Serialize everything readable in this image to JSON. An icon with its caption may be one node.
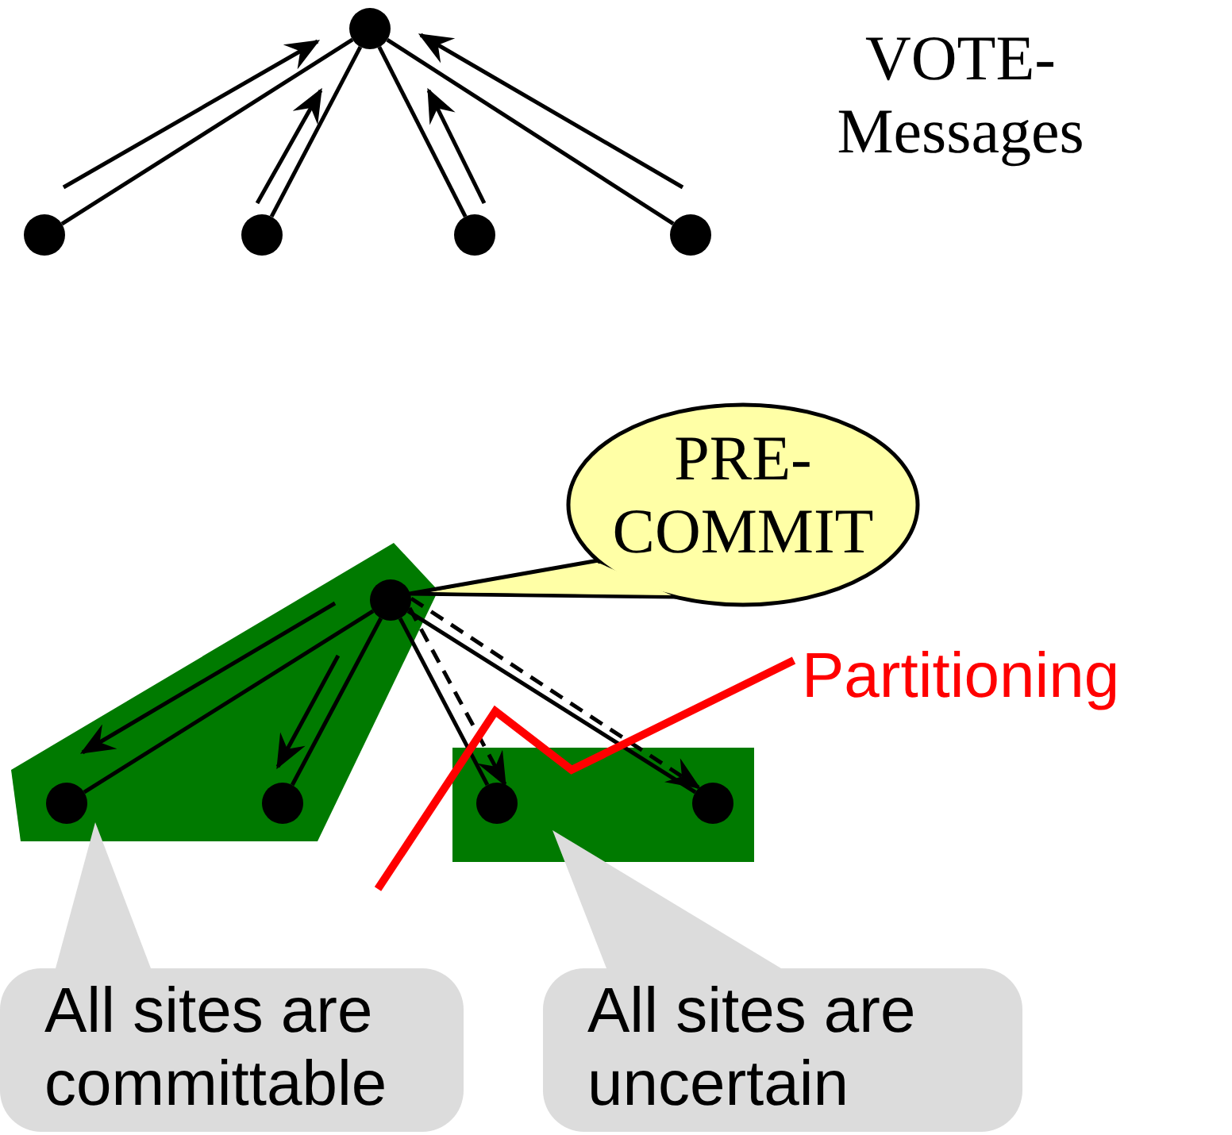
{
  "diagram": {
    "nodes": [
      {
        "text": [],
        "shape": "circle"
      },
      {
        "text": [],
        "shape": "circle"
      },
      {
        "text": [],
        "shape": "circle"
      },
      {
        "text": [],
        "shape": "circle"
      },
      {
        "text": [],
        "shape": "circle"
      },
      {
        "text": [
          "PRE- COMMIT"
        ]
      },
      {
        "text": [],
        "shape": "polygon"
      },
      {
        "text": [],
        "shape": "circle",
        "in": 6
      },
      {
        "text": [],
        "shape": "circle",
        "in": 6
      },
      {
        "text": [],
        "shape": "circle",
        "in": 6
      },
      {
        "text": [],
        "shape": "box"
      },
      {
        "text": [],
        "shape": "circle",
        "in": 10
      },
      {
        "text": [],
        "shape": "circle",
        "in": 10
      },
      {
        "text": [
          "All sites are committable"
        ]
      },
      {
        "text": [
          "All sites are uncertain"
        ]
      }
    ],
    "edges": [
      {
        "from": 1,
        "to": 0,
        "arrow": "none"
      },
      {
        "from": 2,
        "to": 0,
        "arrow": "none"
      },
      {
        "from": 3,
        "to": 0,
        "arrow": "none"
      },
      {
        "from": 4,
        "to": 0,
        "arrow": "none"
      },
      {
        "from": 7,
        "to": 8,
        "arrow": "none"
      },
      {
        "from": 7,
        "to": 9,
        "arrow": "none"
      },
      {
        "from": 7,
        "to": 11,
        "arrow": "none"
      },
      {
        "from": 7,
        "to": 12,
        "arrow": "none"
      },
      {
        "from": 7,
        "to": 11,
        "arrow": "to",
        "style": "dashed"
      },
      {
        "from": 7,
        "to": 12,
        "arrow": "to",
        "style": "dashed"
      }
    ],
    "labels": [
      "VOTE- Messages",
      "Partitioning"
    ]
  }
}
